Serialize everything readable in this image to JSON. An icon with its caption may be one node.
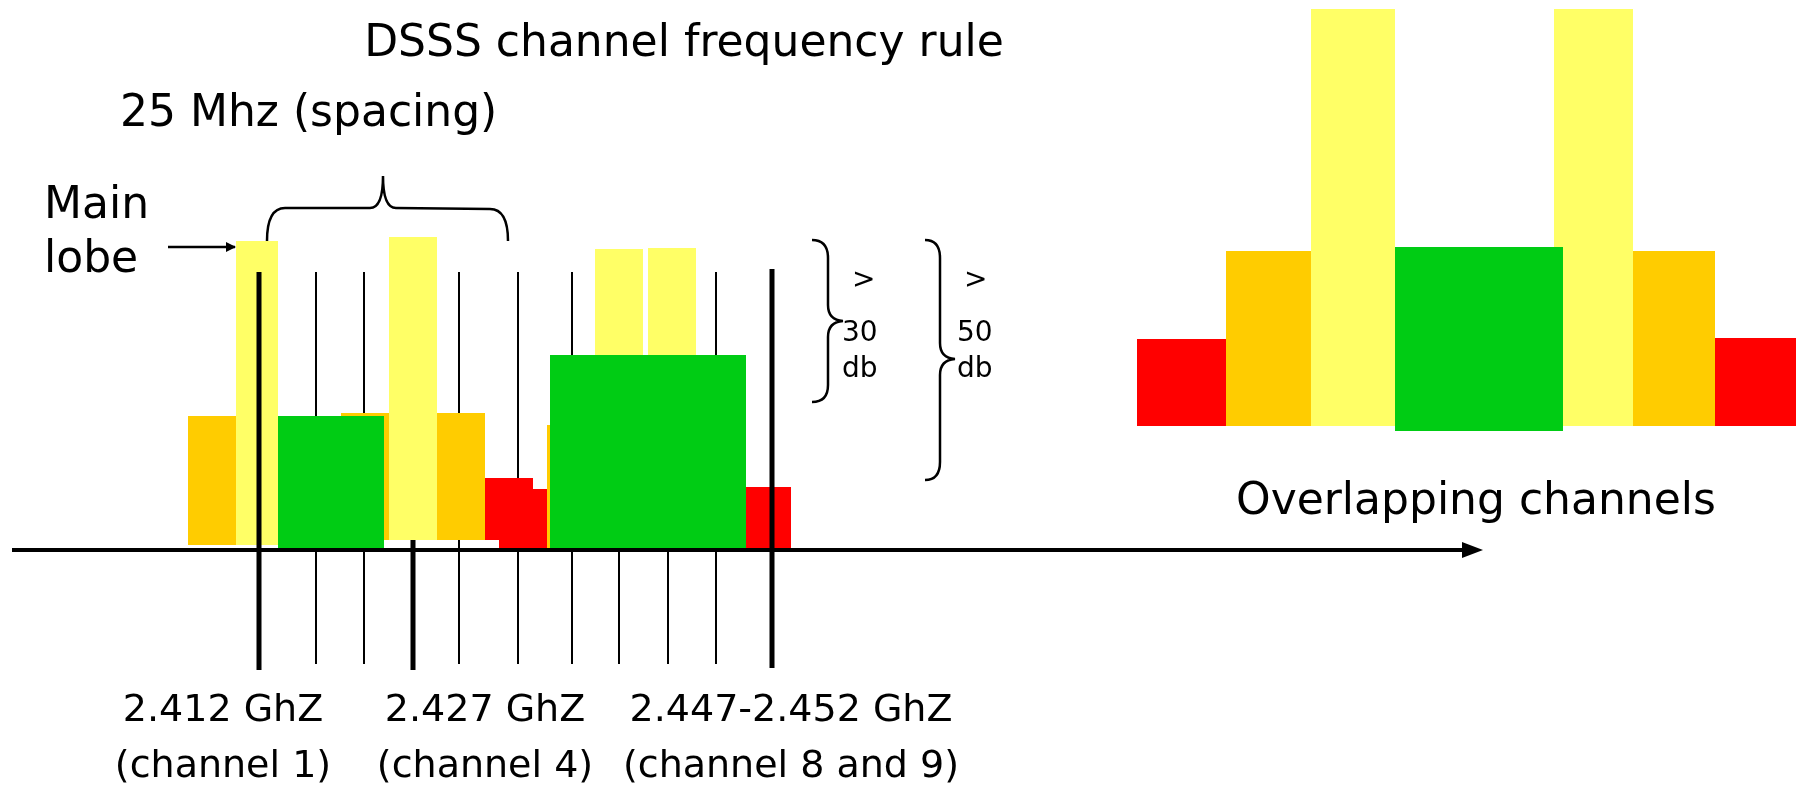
{
  "diagram": {
    "title": "DSSS channel frequency rule",
    "nodes": [
      {
        "text": [
          "Main lobe"
        ]
      },
      {
        "text": [],
        "shape": "bar"
      }
    ],
    "edges": [
      {
        "from": 0,
        "to": 1,
        "arrow": "to"
      }
    ],
    "labels": [
      "25 Mhz (spacing)",
      ">",
      "30 db",
      ">",
      "50 db",
      "Overlapping channels",
      "2.412 GhZ (channel 1)",
      "2.427 GhZ (channel 4)",
      "2.447-2.452 GhZ (channel 8 and 9)"
    ]
  }
}
